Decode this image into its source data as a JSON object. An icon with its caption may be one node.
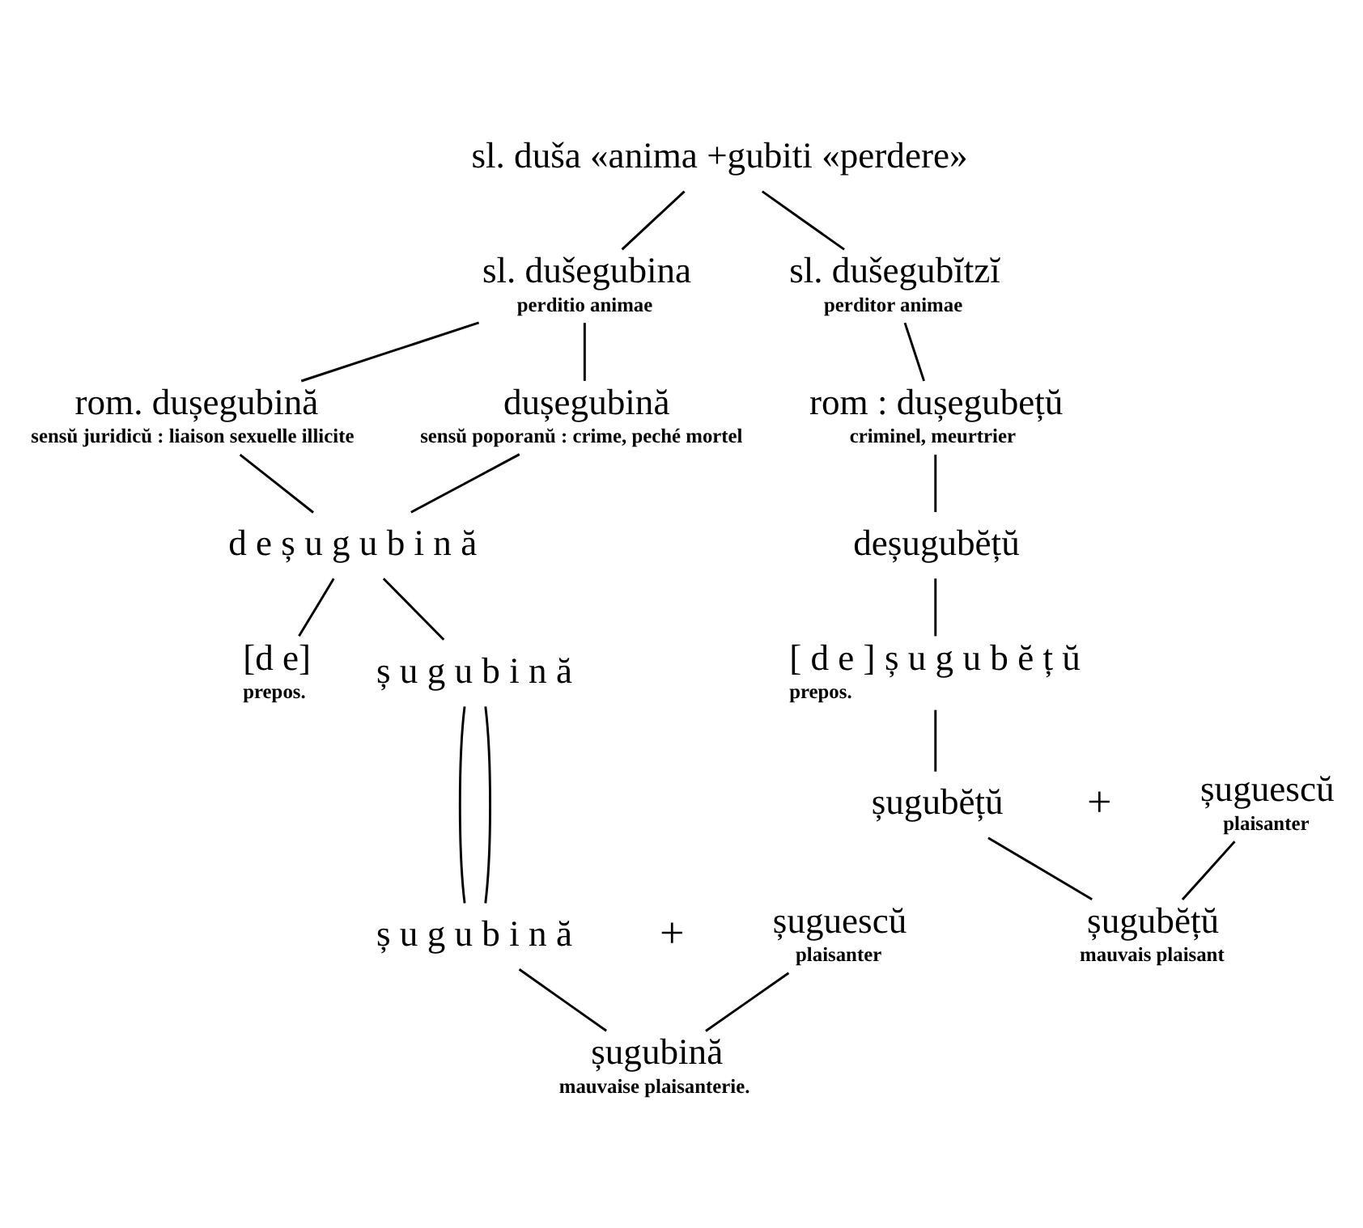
{
  "diagram": {
    "nodes": [
      {
        "text": [
          "sl. duša «anima +gubiti «perdere»"
        ]
      },
      {
        "text": [
          "sl. dušegubina",
          "perditio animae"
        ]
      },
      {
        "text": [
          "sl. dušegubĭtzĭ",
          "perditor animae"
        ]
      },
      {
        "text": [
          "rom. dușegubină",
          "sensŭ juridicŭ : liaison sexuelle illicite"
        ]
      },
      {
        "text": [
          "dușegubină",
          "sensŭ poporanŭ : crime, peché mortel"
        ]
      },
      {
        "text": [
          "rom : dușegubețŭ",
          "criminel, meurtrier"
        ]
      },
      {
        "text": [
          "deșugubĕțŭ"
        ]
      },
      {
        "text": [
          "d e ș u g u b i n ă"
        ]
      },
      {
        "text": [
          "[d e]"
        ],
        "beside": [
          "prepos."
        ]
      },
      {
        "text": [
          "ș u g u b i n ă"
        ]
      },
      {
        "text": [
          "[ d e ] ș u g u b ĕ ț ŭ"
        ],
        "beside": [
          "prepos."
        ]
      },
      {
        "text": [
          "șugubĕțŭ"
        ]
      },
      {
        "text": [
          "șuguescŭ",
          "plaisanter"
        ]
      },
      {
        "text": [
          "ș u g u b i n ă"
        ]
      },
      {
        "text": [
          "șuguescŭ",
          "plaisanter"
        ]
      },
      {
        "text": [
          "șugubĕțŭ",
          "mauvais plaisant"
        ]
      },
      {
        "text": [
          "șugubină",
          "mauvaise plaisanterie."
        ]
      }
    ],
    "edges": [
      {
        "from": 0,
        "to": 1,
        "arrow": "none"
      },
      {
        "from": 0,
        "to": 2,
        "arrow": "none"
      },
      {
        "from": 1,
        "to": 3,
        "arrow": "none"
      },
      {
        "from": 1,
        "to": 4,
        "arrow": "none"
      },
      {
        "from": 2,
        "to": 5,
        "arrow": "none"
      },
      {
        "from": 3,
        "to": 7,
        "arrow": "none"
      },
      {
        "from": 4,
        "to": 7,
        "arrow": "none"
      },
      {
        "from": 5,
        "to": 6,
        "arrow": "none"
      },
      {
        "from": 7,
        "to": 8,
        "arrow": "none"
      },
      {
        "from": 7,
        "to": 9,
        "arrow": "none"
      },
      {
        "from": 6,
        "to": 10,
        "arrow": "none"
      },
      {
        "from": 10,
        "to": 11,
        "arrow": "none"
      },
      {
        "from": 9,
        "to": 13,
        "arrow": "none"
      },
      {
        "from": 9,
        "to": 13,
        "arrow": "none"
      },
      {
        "from": 11,
        "to": 15,
        "arrow": "none"
      },
      {
        "from": 12,
        "to": 15,
        "arrow": "none"
      },
      {
        "from": 13,
        "to": 16,
        "arrow": "none"
      },
      {
        "from": 14,
        "to": 16,
        "arrow": "none"
      }
    ],
    "labels": [
      "+",
      "+"
    ]
  }
}
